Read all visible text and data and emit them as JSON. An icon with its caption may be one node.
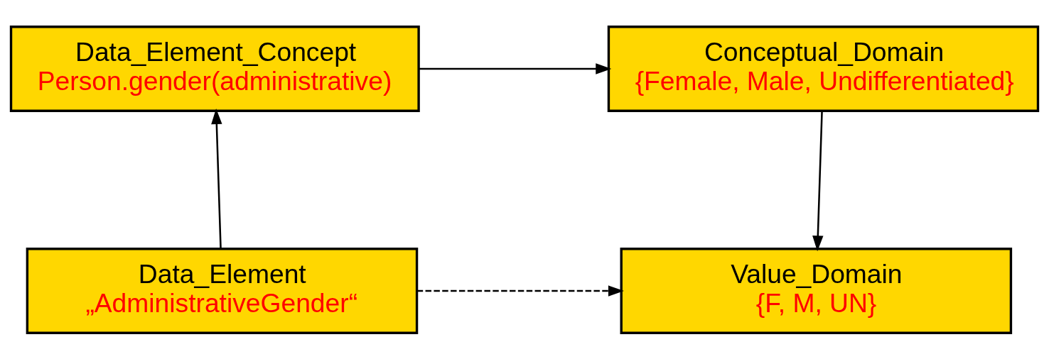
{
  "diagram": {
    "nodes": [
      {
        "text": [
          "Data_Element_Concept",
          "Person.gender(administrative)"
        ]
      },
      {
        "text": [
          "Conceptual_Domain",
          "{Female, Male, Undifferentiated}"
        ]
      },
      {
        "text": [
          "Data_Element",
          "„AdministrativeGender“"
        ]
      },
      {
        "text": [
          "Value_Domain",
          "{F, M, UN}"
        ]
      }
    ],
    "edges": [
      {
        "from": 0,
        "to": 1,
        "arrow": "to"
      },
      {
        "from": 1,
        "to": 3,
        "arrow": "to"
      },
      {
        "from": 2,
        "to": 0,
        "arrow": "to"
      },
      {
        "from": 2,
        "to": 3,
        "arrow": "to",
        "style": "dashed"
      }
    ]
  }
}
